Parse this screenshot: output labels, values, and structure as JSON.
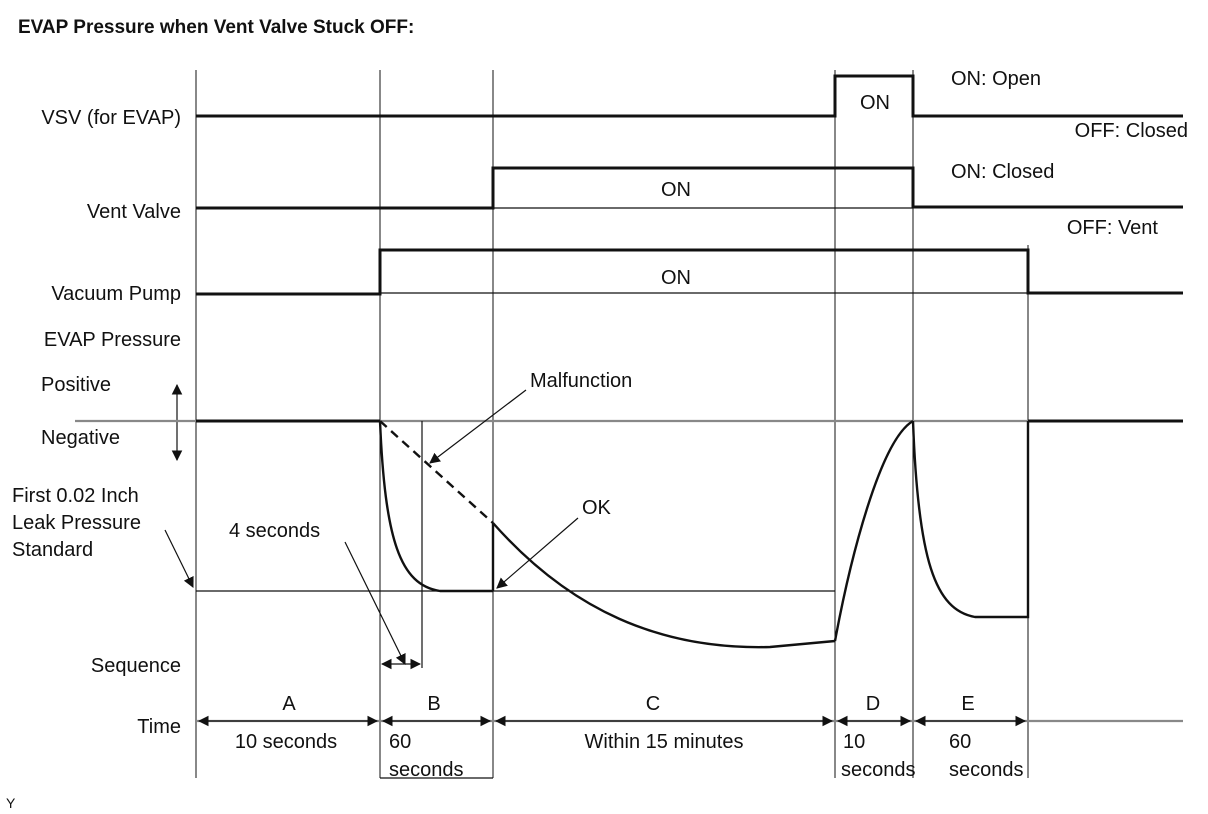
{
  "title": "EVAP Pressure when Vent Valve Stuck OFF:",
  "signals": {
    "vsv": {
      "label": "VSV (for EVAP)",
      "on_text": "ON",
      "on_state": "ON: Open",
      "off_state": "OFF: Closed"
    },
    "vent_valve": {
      "label": "Vent Valve",
      "on_text": "ON",
      "on_state": "ON: Closed",
      "off_state": "OFF: Vent"
    },
    "vacuum_pump": {
      "label": "Vacuum Pump",
      "on_text": "ON"
    }
  },
  "pressure": {
    "label": "EVAP Pressure",
    "positive": "Positive",
    "negative": "Negative",
    "standard_line1": "First 0.02 Inch",
    "standard_line2": "Leak Pressure",
    "standard_line3": "Standard",
    "malfunction": "Malfunction",
    "ok": "OK",
    "four_seconds": "4 seconds"
  },
  "sequence_label": "Sequence",
  "time_label": "Time",
  "phases": [
    {
      "letter": "A",
      "dur1": "10 seconds",
      "dur2": ""
    },
    {
      "letter": "B",
      "dur1": "60",
      "dur2": "seconds"
    },
    {
      "letter": "C",
      "dur1": "Within 15 minutes",
      "dur2": ""
    },
    {
      "letter": "D",
      "dur1": "10",
      "dur2": "seconds"
    },
    {
      "letter": "E",
      "dur1": "60",
      "dur2": "seconds"
    }
  ],
  "footnote": "Y"
}
